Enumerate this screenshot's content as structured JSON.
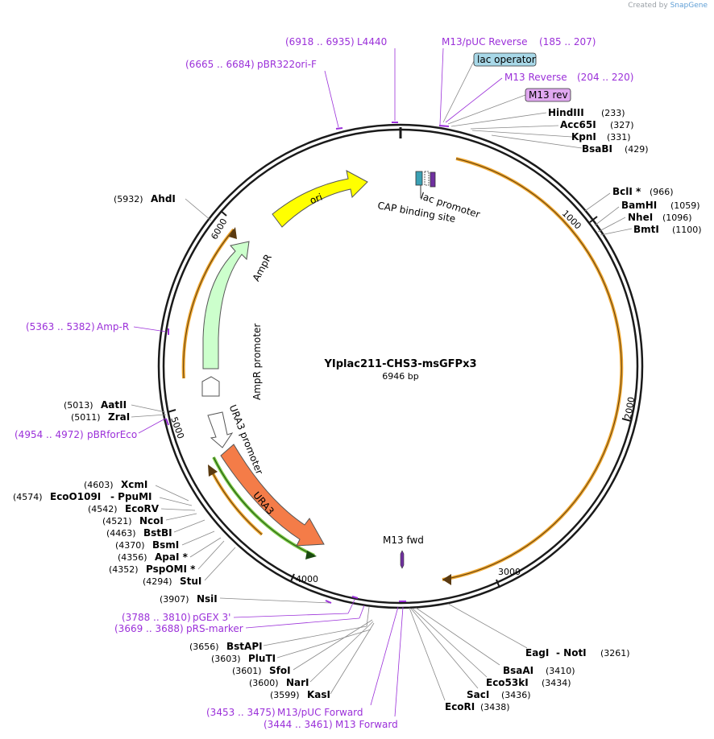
{
  "credit": {
    "prefix": "Created by",
    "brand": "SnapGene"
  },
  "plasmid": {
    "name": "YIplac211-CHS3-msGFPx3",
    "length": "6946 bp"
  },
  "ticks": [
    "1000",
    "2000",
    "3000",
    "4000",
    "5000",
    "6000"
  ],
  "features": {
    "ori": "ori",
    "ampr": "AmpR",
    "ampr_promoter": "AmpR promoter",
    "ura3": "URA3",
    "ura3_promoter": "URA3 promoter",
    "lac_promoter": "lac promoter",
    "cap_site": "CAP binding site",
    "m13_fwd": "M13 fwd",
    "lac_operator": "lac operator",
    "m13_rev": "M13 rev"
  },
  "primers": {
    "l4440": {
      "range": "(6918 .. 6935)",
      "name": "L4440"
    },
    "pbr322": {
      "range": "(6665 .. 6684)",
      "name": "pBR322ori-F"
    },
    "m13puc_rev": {
      "name": "M13/pUC Reverse",
      "range": "(185 .. 207)"
    },
    "m13_reverse": {
      "name": "M13 Reverse",
      "range": "(204 .. 220)"
    },
    "ampr": {
      "range": "(5363 .. 5382)",
      "name": "Amp-R"
    },
    "pbrforeco": {
      "range": "(4954 .. 4972)",
      "name": "pBRforEco"
    },
    "pgex": {
      "range": "(3788 .. 3810)",
      "name": "pGEX 3'"
    },
    "prs": {
      "range": "(3669 .. 3688)",
      "name": "pRS-marker"
    },
    "m13puc_fwd": {
      "range": "(3453 .. 3475)",
      "name": "M13/pUC Forward"
    },
    "m13_forward": {
      "range": "(3444 .. 3461)",
      "name": "M13 Forward"
    }
  },
  "enzymes": {
    "hindiii": {
      "name": "HindIII",
      "pos": "(233)"
    },
    "acc65i": {
      "name": "Acc65I",
      "pos": "(327)"
    },
    "kpni": {
      "name": "KpnI",
      "pos": "(331)"
    },
    "bsabi": {
      "name": "BsaBI",
      "pos": "(429)"
    },
    "bcli": {
      "name": "BclI *",
      "pos": "(966)"
    },
    "bamhi": {
      "name": "BamHI",
      "pos": "(1059)"
    },
    "nhei": {
      "name": "NheI",
      "pos": "(1096)"
    },
    "bmti": {
      "name": "BmtI",
      "pos": "(1100)"
    },
    "ahdi": {
      "pos": "(5932)",
      "name": "AhdI"
    },
    "aatii": {
      "pos": "(5013)",
      "name": "AatII"
    },
    "zrai": {
      "pos": "(5011)",
      "name": "ZraI"
    },
    "xcmi": {
      "pos": "(4603)",
      "name": "XcmI"
    },
    "eco0109i": {
      "pos": "(4574)",
      "name": "EcoO109I",
      "alt": "- PpuMI"
    },
    "ecorv": {
      "pos": "(4542)",
      "name": "EcoRV"
    },
    "ncoi": {
      "pos": "(4521)",
      "name": "NcoI"
    },
    "bstbi": {
      "pos": "(4463)",
      "name": "BstBI"
    },
    "bsmi": {
      "pos": "(4370)",
      "name": "BsmI"
    },
    "apai": {
      "pos": "(4356)",
      "name": "ApaI *"
    },
    "pspomi": {
      "pos": "(4352)",
      "name": "PspOMI *"
    },
    "stui": {
      "pos": "(4294)",
      "name": "StuI"
    },
    "nsii": {
      "pos": "(3907)",
      "name": "NsiI"
    },
    "bstapi": {
      "pos": "(3656)",
      "name": "BstAPI"
    },
    "pluti": {
      "pos": "(3603)",
      "name": "PluTI"
    },
    "sfoi": {
      "pos": "(3601)",
      "name": "SfoI"
    },
    "nari": {
      "pos": "(3600)",
      "name": "NarI"
    },
    "kasi": {
      "pos": "(3599)",
      "name": "KasI"
    },
    "eagi": {
      "name": "EagI",
      "alt": "- NotI",
      "pos": "(3261)"
    },
    "bsaai": {
      "name": "BsaAI",
      "pos": "(3410)"
    },
    "eco53ki": {
      "name": "Eco53kI",
      "pos": "(3434)"
    },
    "saci": {
      "name": "SacI",
      "pos": "(3436)"
    },
    "ecori": {
      "name": "EcoRI",
      "pos": "(3438)"
    }
  },
  "colors": {
    "backbone": "#1a1a1a",
    "primer": "#9b30d9",
    "ori": "#ffff00",
    "ampr": "#ccffcc",
    "ura3": "#f47c48",
    "orf_arc": "#f0a830",
    "ura3_arc": "#7ac943",
    "lac_operator_bg": "#a8d8e8",
    "m13_rev_bg": "#e0a8f0",
    "leader": "#888888"
  }
}
